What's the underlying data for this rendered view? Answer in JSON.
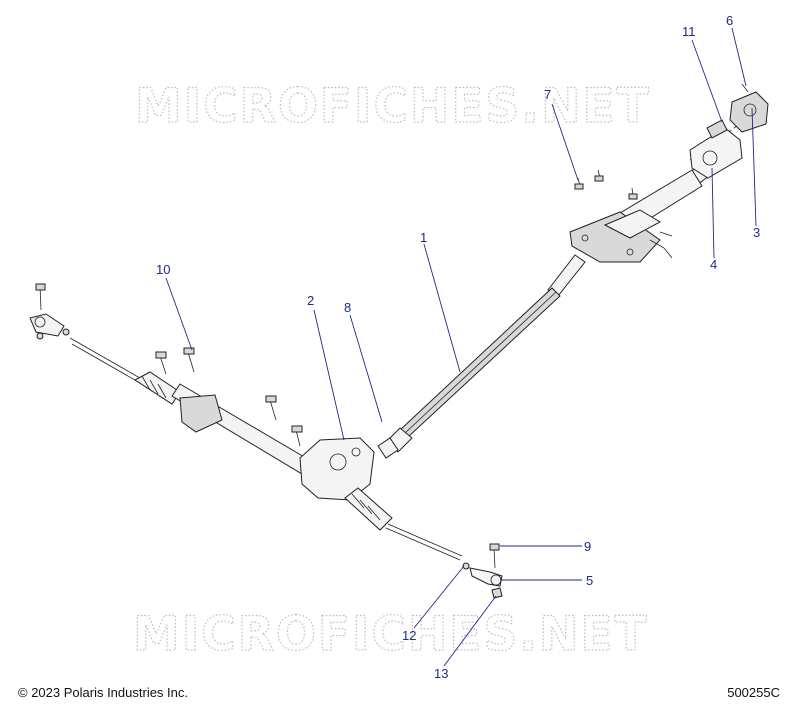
{
  "watermark": {
    "text": "MICROFICHES.NET"
  },
  "callouts": {
    "c1": "1",
    "c2": "2",
    "c3": "3",
    "c4": "4",
    "c5": "5",
    "c6": "6",
    "c7": "7",
    "c8": "8",
    "c9": "9",
    "c10": "10",
    "c11": "11",
    "c12": "12",
    "c13": "13"
  },
  "footer": {
    "copyright": "© 2023 Polaris Industries Inc.",
    "document_number": "500255C"
  },
  "colors": {
    "callout": "#1f2a8a",
    "watermark": "#bdbdbd",
    "linework": "#222222"
  }
}
